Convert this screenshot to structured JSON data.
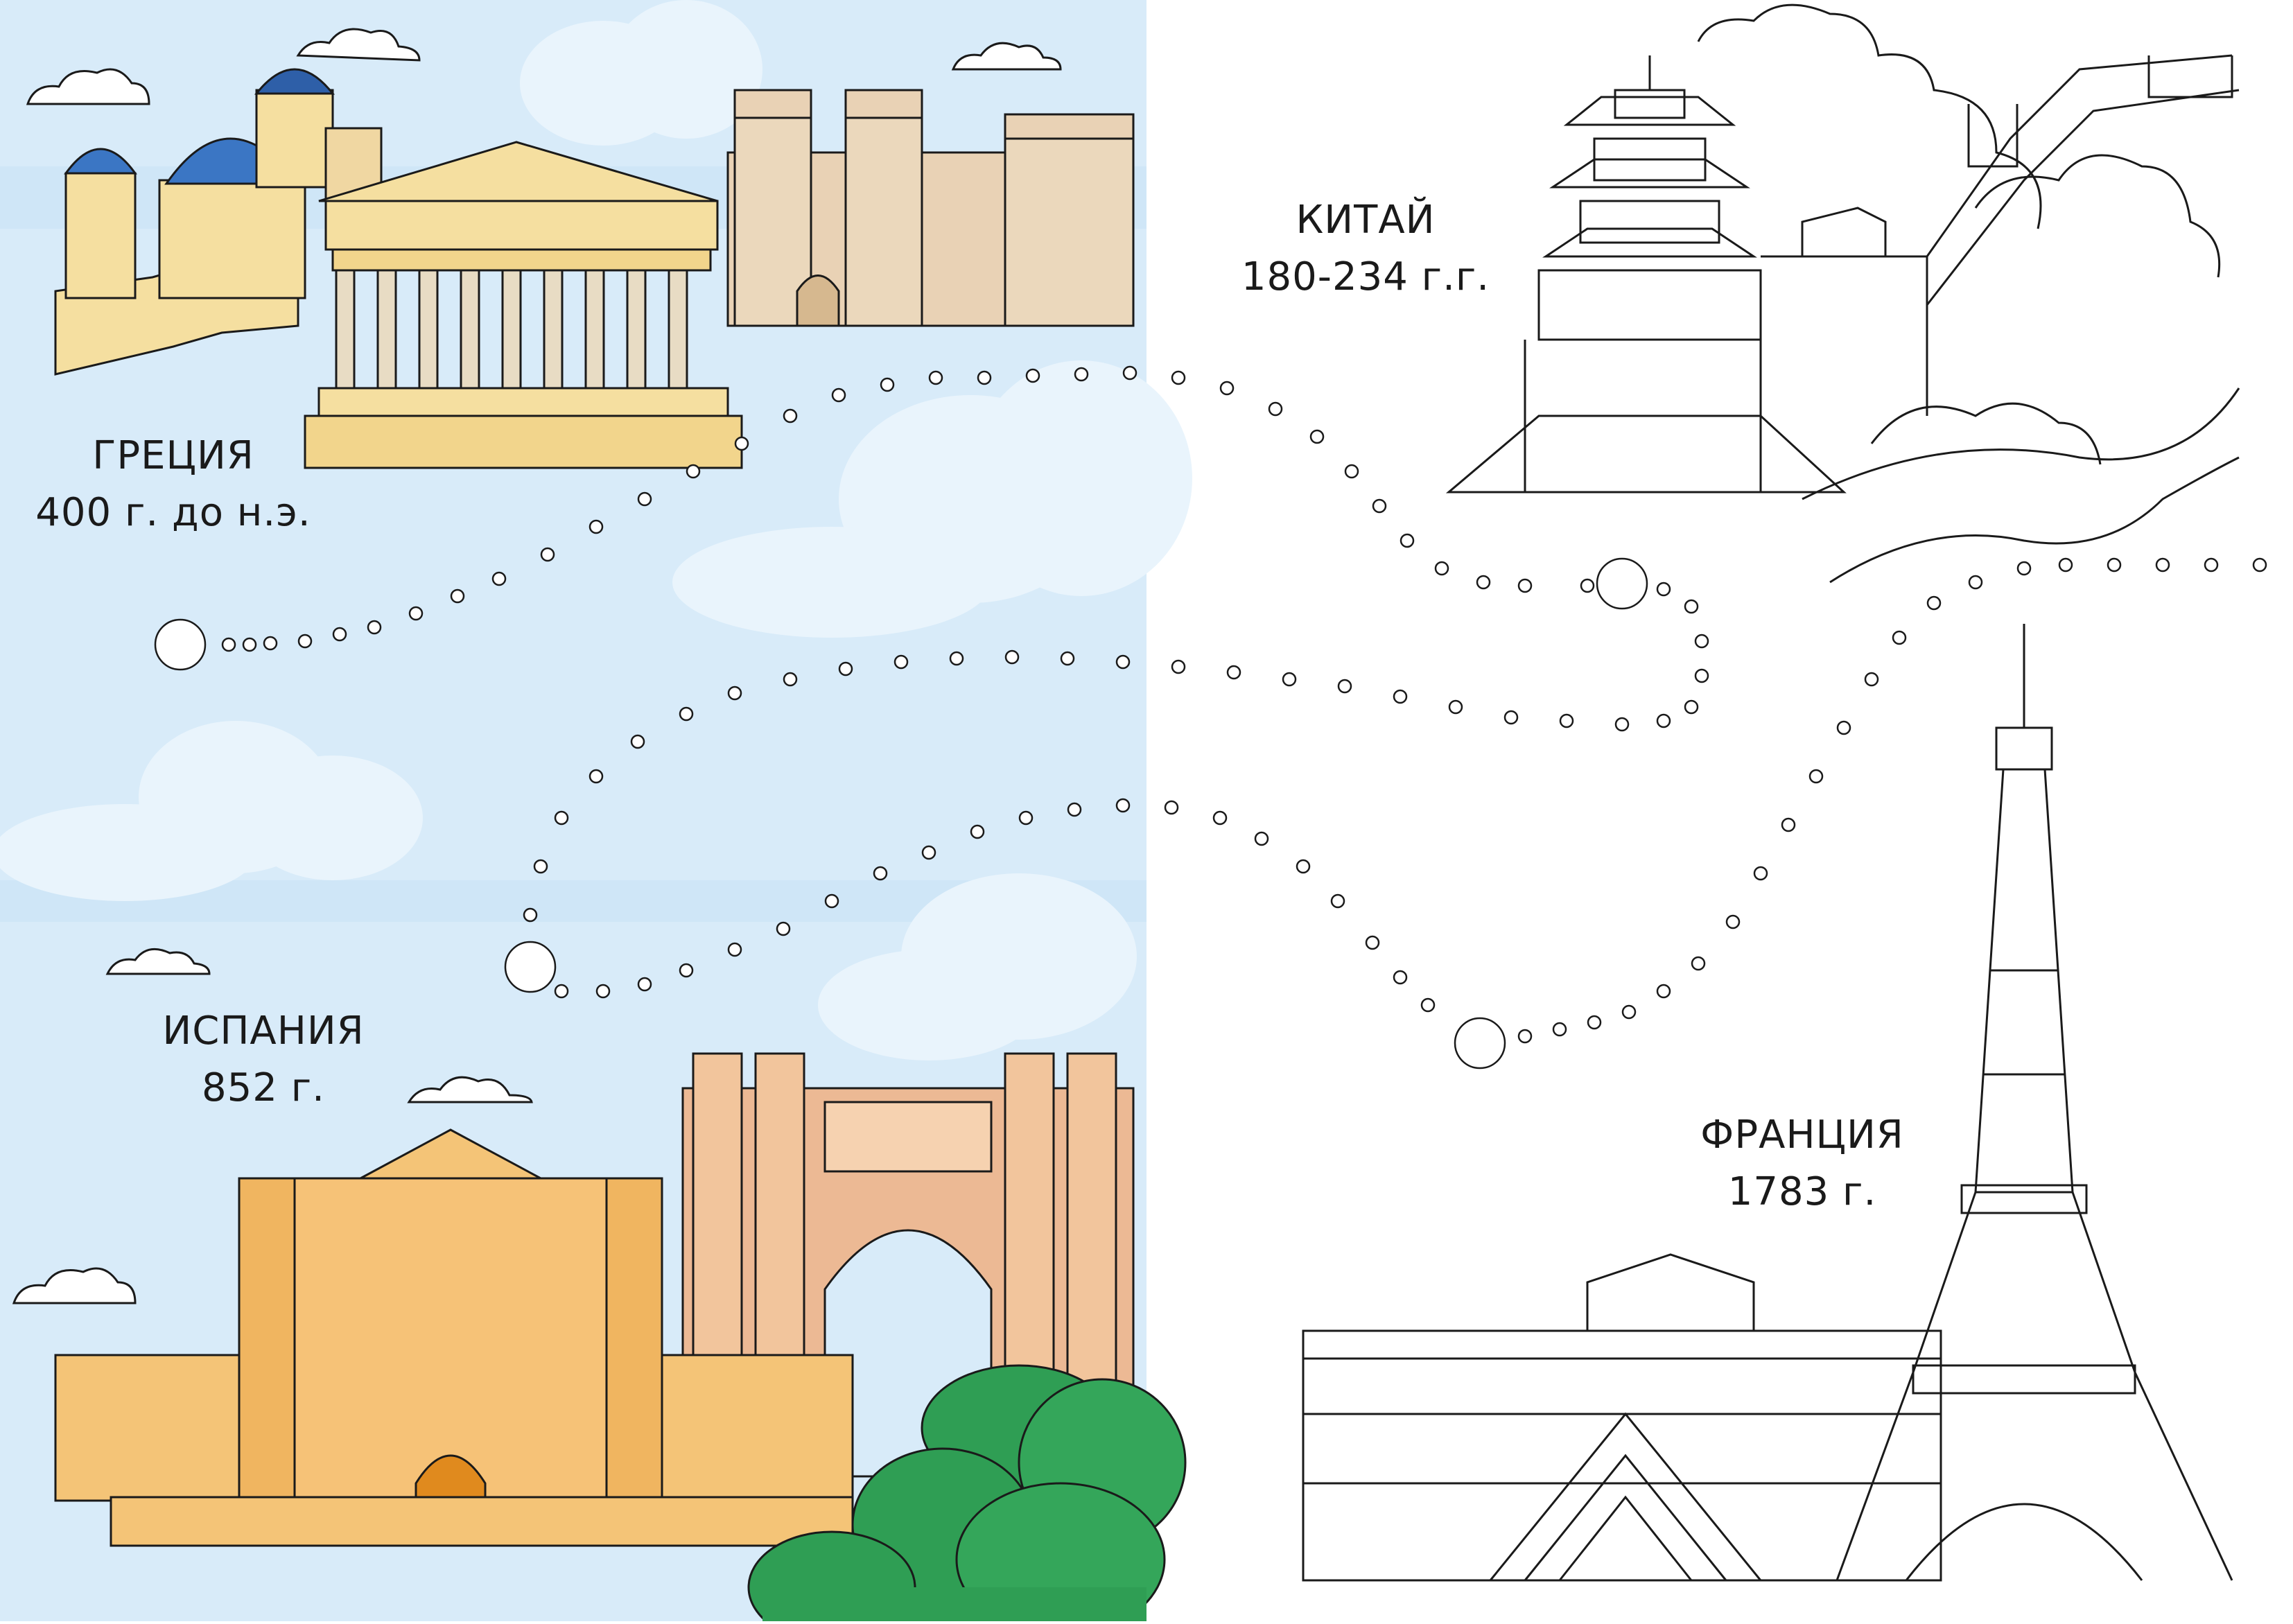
{
  "palette": {
    "sky": "#d8ebf9",
    "sky_band": "#c9e3f6",
    "cloud": "#e9f4fc",
    "greek_blue": "#3b76c4",
    "sand": "#f5dfa0",
    "stone": "#e9d2b5",
    "spain_orange": "#f4c477",
    "spain_dark": "#e08a1e",
    "brick": "#ecb994",
    "tree_green": "#2f9e54",
    "line": "#1a1a1a"
  },
  "places": [
    {
      "key": "greece",
      "name": "ГРЕЦИЯ",
      "year": "400 г. до н.э."
    },
    {
      "key": "china",
      "name": "КИТАЙ",
      "year": "180-234 г.г."
    },
    {
      "key": "spain",
      "name": "ИСПАНИЯ",
      "year": "852 г."
    },
    {
      "key": "france",
      "name": "ФРАНЦИЯ",
      "year": "1783 г."
    }
  ]
}
